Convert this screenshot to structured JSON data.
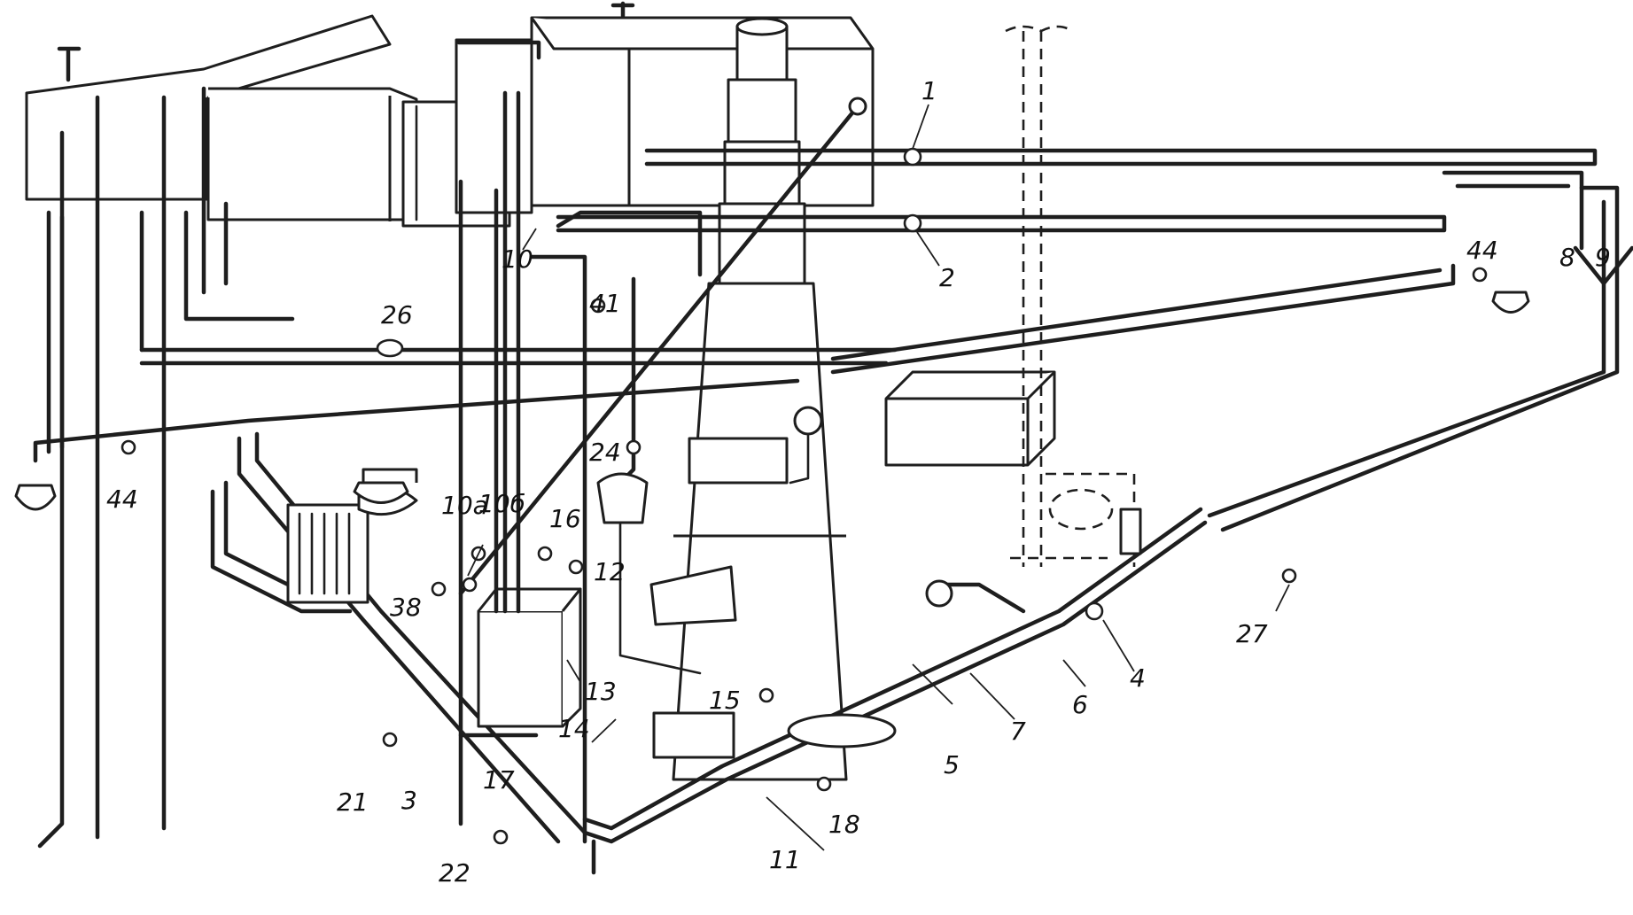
{
  "diagram": {
    "callouts": [
      {
        "id": "c1",
        "text": "1"
      },
      {
        "id": "c2",
        "text": "2"
      },
      {
        "id": "c3",
        "text": "3"
      },
      {
        "id": "c4",
        "text": "4"
      },
      {
        "id": "c5",
        "text": "5"
      },
      {
        "id": "c6",
        "text": "6"
      },
      {
        "id": "c7",
        "text": "7"
      },
      {
        "id": "c8",
        "text": "8"
      },
      {
        "id": "c9",
        "text": "9"
      },
      {
        "id": "c10",
        "text": "10"
      },
      {
        "id": "c10a",
        "text": "10а"
      },
      {
        "id": "c10b",
        "text": "10б"
      },
      {
        "id": "c11",
        "text": "11"
      },
      {
        "id": "c12",
        "text": "12"
      },
      {
        "id": "c13",
        "text": "13"
      },
      {
        "id": "c14",
        "text": "14"
      },
      {
        "id": "c15",
        "text": "15"
      },
      {
        "id": "c16",
        "text": "16"
      },
      {
        "id": "c17",
        "text": "17"
      },
      {
        "id": "c18",
        "text": "18"
      },
      {
        "id": "c21",
        "text": "21"
      },
      {
        "id": "c22",
        "text": "22"
      },
      {
        "id": "c24",
        "text": "24"
      },
      {
        "id": "c26",
        "text": "26"
      },
      {
        "id": "c27",
        "text": "27"
      },
      {
        "id": "c38",
        "text": "38"
      },
      {
        "id": "c41",
        "text": "41"
      },
      {
        "id": "c44a",
        "text": "44"
      },
      {
        "id": "c44b",
        "text": "44"
      }
    ]
  }
}
